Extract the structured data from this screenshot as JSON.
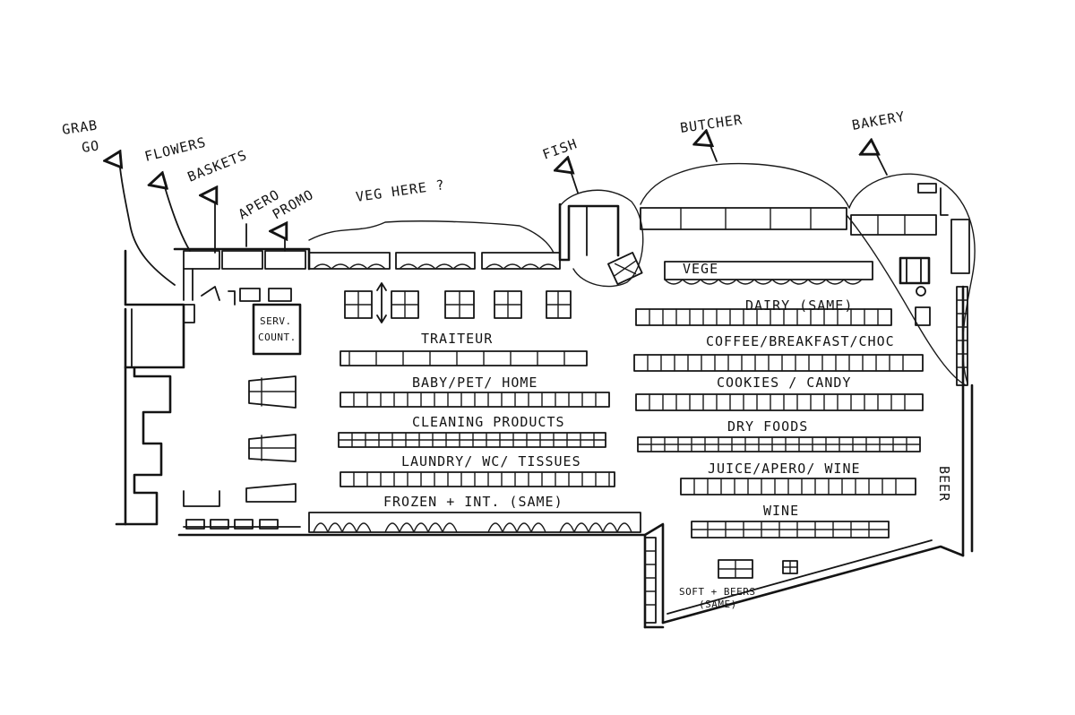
{
  "colors": {
    "ink": "#141414",
    "paper": "#ffffff"
  },
  "labels": {
    "grab_go_1": "GRAB",
    "grab_go_2": "GO",
    "flowers": "FLOWERS",
    "baskets": "BASKETS",
    "apero": "APERO",
    "promo": "PROMO",
    "veg_here": "VEG HERE ?",
    "fish": "FISH",
    "butcher": "BUTCHER",
    "bakery": "BAKERY",
    "serv_count_1": "SERV.",
    "serv_count_2": "COUNT.",
    "vege": "VEGE",
    "dairy": "DAIRY (SAME)",
    "traiteur": "TRAITEUR",
    "baby_pet_home": "BABY/PET/ HOME",
    "cleaning": "CLEANING PRODUCTS",
    "laundry": "LAUNDRY/ WC/ TISSUES",
    "frozen": "FROZEN + INT. (SAME)",
    "coffee": "COFFEE/BREAKFAST/CHOC",
    "cookies": "COOKIES / CANDY",
    "dry_foods": "DRY FOODS",
    "juice": "JUICE/APERO/ WINE",
    "wine": "WINE",
    "beer": "BEER",
    "soft_beers_1": "SOFT + BEERS",
    "soft_beers_2": "(SAME)"
  },
  "icons": [
    "arrow-up-icon",
    "double-arrow-icon",
    "table-icon"
  ]
}
